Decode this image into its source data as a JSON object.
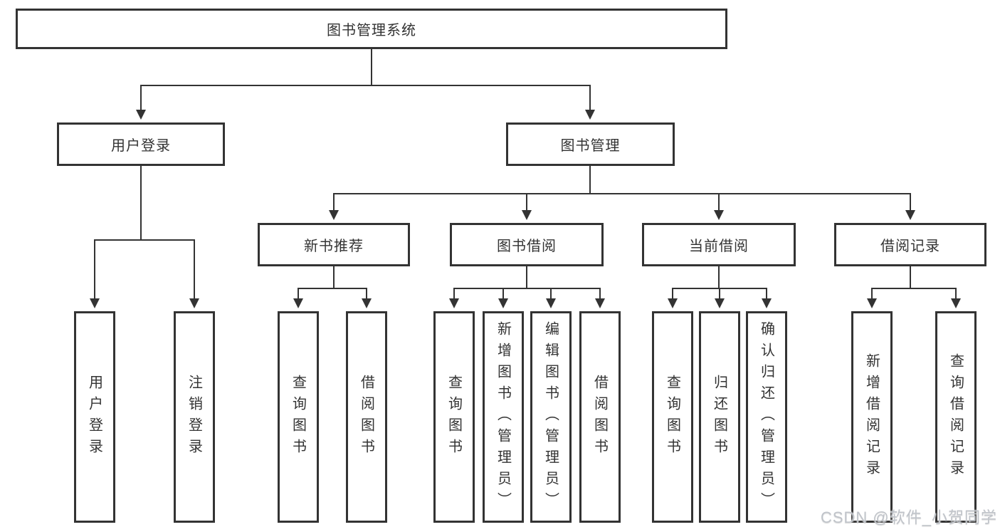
{
  "tree": {
    "root": "图书管理系统",
    "branches": [
      {
        "label": "用户登录",
        "leaves": [
          "用户登录",
          "注销登录"
        ]
      },
      {
        "label": "图书管理",
        "sections": [
          {
            "label": "新书推荐",
            "leaves": [
              "查询图书",
              "借阅图书"
            ]
          },
          {
            "label": "图书借阅",
            "leaves": [
              "查询图书",
              "新增图书（管理员）",
              "编辑图书（管理员）",
              "借阅图书"
            ]
          },
          {
            "label": "当前借阅",
            "leaves": [
              "查询图书",
              "归还图书",
              "确认归还（管理员）"
            ]
          },
          {
            "label": "借阅记录",
            "leaves": [
              "新增借阅记录",
              "查询借阅记录"
            ]
          }
        ]
      }
    ]
  },
  "watermark": {
    "text": "CSDN @软件_小贺同学"
  },
  "colors": {
    "line": "#333333",
    "text": "#333333",
    "background": "#ffffff",
    "watermark": "#bfc3c9"
  }
}
